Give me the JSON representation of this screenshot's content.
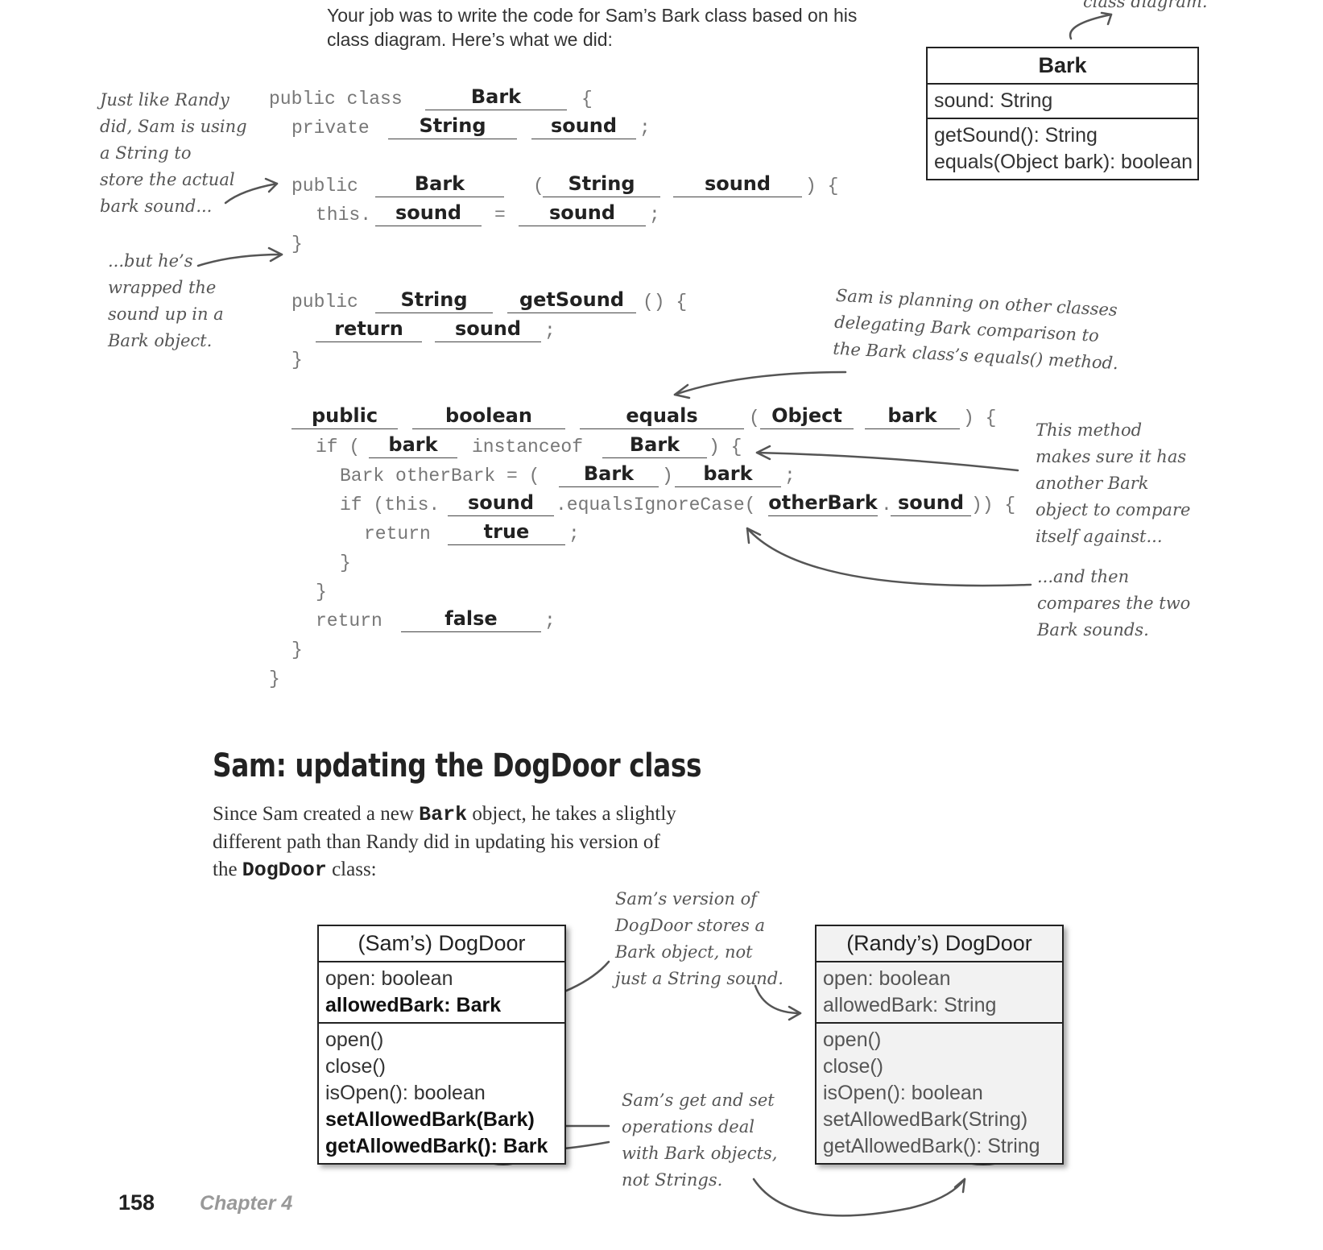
{
  "intro": {
    "line1": "Your job was to write the code for Sam’s Bark class based on his",
    "line2": "class diagram. Here’s what we did:"
  },
  "topright_note": "class diagram.",
  "bark_uml": {
    "title": "Bark",
    "attr": "sound: String",
    "methods": [
      "getSound(): String",
      "equals(Object bark): boolean"
    ]
  },
  "code": {
    "k_public_class": "public class",
    "open_brace": "{",
    "k_private": "private",
    "semi": ";",
    "k_public": "public",
    "open_paren": "(",
    "close_paren_brace": ") {",
    "k_this": "this.",
    "eq": "=",
    "close_brace": "}",
    "k_getsound_paren": "() {",
    "k_if": "if (",
    "k_instanceof": "instanceof",
    "k_bark_other": "Bark otherBark = (",
    "close_paren": ")",
    "k_if_this": "if (this.",
    "k_equalsIgnoreCase": ".equalsIgnoreCase(",
    "dot": ".",
    "close_paren2_brace": ")) {",
    "k_return": "return",
    "blanks": {
      "class_name": "Bark",
      "field_type": "String",
      "field_name": "sound",
      "ctor_name": "Bark",
      "ctor_param_type": "String",
      "ctor_param_name": "sound",
      "assign_left": "sound",
      "assign_right": "sound",
      "gs_type": "String",
      "gs_name": "getSound",
      "gs_return": "return",
      "gs_value": "sound",
      "eq_mod": "public",
      "eq_type": "boolean",
      "eq_name": "equals",
      "eq_param_type": "Object",
      "eq_param_name": "bark",
      "if_var": "bark",
      "if_type": "Bark",
      "cast_type": "Bark",
      "cast_var": "bark",
      "cmp_field": "sound",
      "cmp_obj": "otherBark",
      "cmp_field2": "sound",
      "ret_true": "true",
      "ret_false": "false"
    }
  },
  "notes": {
    "randy": "Just like Randy\ndid, Sam is using\na String to\nstore the actual\nbark sound...",
    "wrapped": "...but he’s\nwrapped the\nsound up in a\nBark object.",
    "planning": "Sam is planning on other classes\ndelegating Bark comparison to\nthe Bark class’s equals() method.",
    "method": "This method\nmakes sure it has\nanother Bark\nobject to compare\nitself against...",
    "compares": "...and then\ncompares the two\nBark sounds.",
    "dogdoor_version": "Sam’s version of\nDogDoor stores a\nBark object, not\njust a String sound.",
    "getset": "Sam’s get and set\noperations deal\nwith Bark objects,\nnot Strings."
  },
  "section": {
    "heading": "Sam: updating the DogDoor class",
    "p1": "Since Sam created a new ",
    "p1_code": "Bark",
    "p2": " object, he takes a slightly different path than Randy did in updating his version of the ",
    "p2_code": "DogDoor",
    "p3": " class:"
  },
  "sams_uml": {
    "title": "(Sam’s) DogDoor",
    "attrs": [
      "open: boolean",
      "allowedBark: Bark"
    ],
    "methods": [
      "open()",
      "close()",
      "isOpen(): boolean",
      "setAllowedBark(Bark)",
      "getAllowedBark(): Bark"
    ]
  },
  "randys_uml": {
    "title": "(Randy’s) DogDoor",
    "attrs": [
      "open: boolean",
      "allowedBark: String"
    ],
    "methods": [
      "open()",
      "close()",
      "isOpen(): boolean",
      "setAllowedBark(String)",
      "getAllowedBark(): String"
    ]
  },
  "footer": {
    "page": "158",
    "chapter": "Chapter 4"
  }
}
